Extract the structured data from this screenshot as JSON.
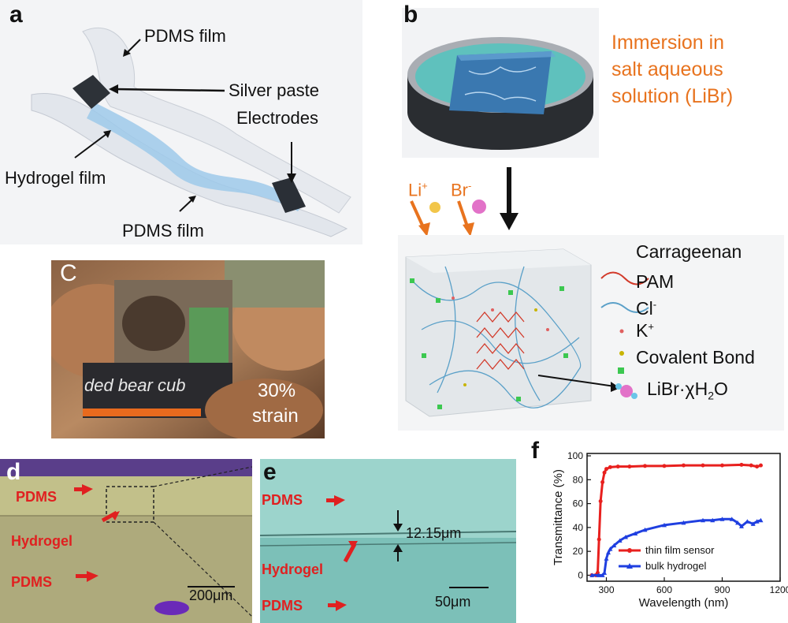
{
  "panel_letters": {
    "a": "a",
    "b": "b",
    "c": "C",
    "d": "d",
    "e": "e",
    "f": "f"
  },
  "panel_a": {
    "pdms_top": "PDMS film",
    "silver_paste": "Silver paste",
    "electrodes": "Electrodes",
    "hydrogel_film": "Hydrogel film",
    "pdms_bottom": "PDMS film"
  },
  "panel_b": {
    "immersion_line1": "Immersion in",
    "immersion_line2": "salt aqueous",
    "immersion_line3": "solution (LiBr)",
    "li_ion": "Li",
    "li_sup": "+",
    "br_ion": "Br",
    "br_sup": "-",
    "legend": {
      "carrageenan": "Carrageenan",
      "pam": "PAM",
      "cl": "Cl",
      "cl_sup": "-",
      "k": "K",
      "k_sup": "+",
      "covalent": "Covalent Bond",
      "libr": "LiBr·χH",
      "libr_sub": "2",
      "libr_end": "O"
    },
    "colors": {
      "orange": "#e8731e",
      "carrageenan": "#d23a2a",
      "pam": "#5aa0c8",
      "cl": "#e06060",
      "k": "#c8b400",
      "bond": "#3cc850"
    }
  },
  "panel_c": {
    "photo_text": "ded bear cub",
    "strain_line1": "30%",
    "strain_line2": "strain"
  },
  "panel_d": {
    "pdms1": "PDMS",
    "hydrogel": "Hydrogel",
    "pdms2": "PDMS",
    "scale": "200μm"
  },
  "panel_e": {
    "pdms1": "PDMS",
    "hydrogel": "Hydrogel",
    "pdms2": "PDMS",
    "thickness": "12.15μm",
    "scale": "50μm"
  },
  "chart_data": {
    "type": "line",
    "xlabel": "Wavelength (nm)",
    "ylabel": "Transmittance (%)",
    "xlim": [
      200,
      1200
    ],
    "ylim": [
      -5,
      102
    ],
    "xticks": [
      300,
      600,
      900,
      1200
    ],
    "yticks": [
      0,
      20,
      40,
      60,
      80,
      100
    ],
    "legend_position": "bottom-right",
    "series": [
      {
        "name": "thin film sensor",
        "color": "#e8201e",
        "marker": "circle",
        "x": [
          225,
          245,
          255,
          262,
          270,
          280,
          290,
          300,
          320,
          360,
          420,
          500,
          600,
          700,
          800,
          900,
          1000,
          1050,
          1080,
          1100
        ],
        "y": [
          0,
          0,
          2,
          30,
          62,
          78,
          86,
          89,
          90.5,
          91,
          91,
          91.5,
          91.5,
          92,
          92,
          92,
          92.5,
          92,
          91,
          92
        ]
      },
      {
        "name": "bulk hydrogel",
        "color": "#1f3fe0",
        "marker": "triangle",
        "x": [
          225,
          260,
          280,
          290,
          300,
          310,
          320,
          340,
          370,
          400,
          450,
          500,
          600,
          700,
          800,
          850,
          900,
          950,
          980,
          1000,
          1030,
          1060,
          1080,
          1100
        ],
        "y": [
          0,
          0,
          0,
          2,
          14,
          19,
          22,
          25,
          29,
          32,
          35,
          38,
          42,
          44,
          46,
          46,
          47,
          47,
          44,
          41,
          45,
          43,
          45,
          46
        ]
      }
    ]
  }
}
